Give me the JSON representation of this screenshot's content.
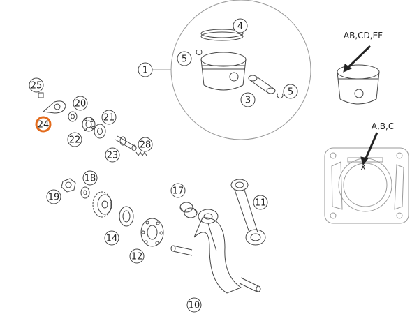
{
  "callouts": [
    {
      "label": "1"
    },
    {
      "label": "3"
    },
    {
      "label": "4"
    },
    {
      "label": "5"
    },
    {
      "label": "5"
    },
    {
      "label": "10"
    },
    {
      "label": "11"
    },
    {
      "label": "12"
    },
    {
      "label": "14"
    },
    {
      "label": "17"
    },
    {
      "label": "18"
    },
    {
      "label": "19"
    },
    {
      "label": "20"
    },
    {
      "label": "21"
    },
    {
      "label": "22"
    },
    {
      "label": "23"
    },
    {
      "label": "24",
      "highlighted": true
    },
    {
      "label": "25"
    },
    {
      "label": "28"
    }
  ],
  "markings": {
    "piston_mark": "AB,CD,EF",
    "cylinder_mark": "A,B,C",
    "cylinder_x": "x"
  },
  "colors": {
    "line": "#444444",
    "light_line": "#9a9a9a",
    "highlight": "#e36b1c"
  }
}
